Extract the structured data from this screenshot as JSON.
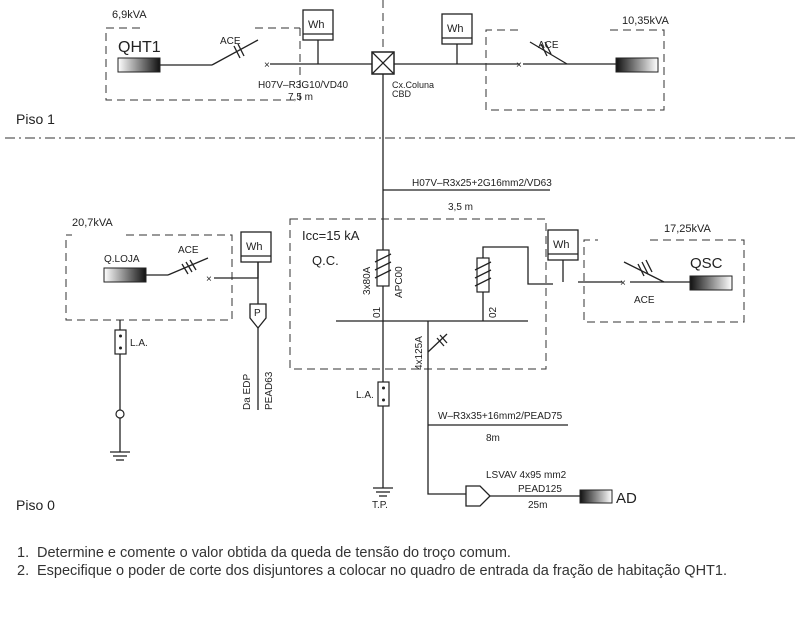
{
  "floors": {
    "upper": "Piso  1",
    "lower": "Piso  0"
  },
  "boards": {
    "qht1": {
      "name": "QHT1",
      "power": "6,9kVA",
      "breaker": "ACE"
    },
    "right_top": {
      "power": "10,35kVA",
      "breaker": "ACE"
    },
    "loja": {
      "name": "Q.LOJA",
      "power": "20,7kVA",
      "breaker": "ACE"
    },
    "qsc": {
      "name": "QSC",
      "power": "17,25kVA",
      "breaker": "ACE"
    },
    "qc": {
      "icc": "Icc=15 kA",
      "name": "Q.C.",
      "breaker_rating": "3x80A",
      "breaker_type": "APC00",
      "circuit1": "01",
      "circuit2": "02",
      "breaker_ad": "4x125A"
    },
    "ad": {
      "name": "AD"
    }
  },
  "meter_label": "Wh",
  "junction": {
    "line1": "Cx.Coluna",
    "line2": "CBD"
  },
  "cables": {
    "qht1_cable": "H07V–R3G10/VD40",
    "qht1_len": "7,5  m",
    "column_cable": "H07V–R3x25+2G16mm2/VD63",
    "column_len": "3,5  m",
    "ad_cable1": "W–R3x35+16mm2/PEAD75",
    "ad_len1": "8m",
    "ad_cable2": "LSVAV  4x95  mm2",
    "ad_cable2b": "PEAD125",
    "ad_len2": "25m"
  },
  "edp": {
    "p": "P",
    "from": "Da  EDP",
    "conduit": "PEAD63"
  },
  "la_label": "L.A.",
  "tp_label": "T.P.",
  "questions": [
    {
      "num": "1.",
      "text": "Determine e comente o valor obtida da queda de tensão do troço comum."
    },
    {
      "num": "2.",
      "text": "Especifique o poder de corte dos disjuntores a colocar no quadro de entrada da fração de habitação QHT1."
    }
  ]
}
